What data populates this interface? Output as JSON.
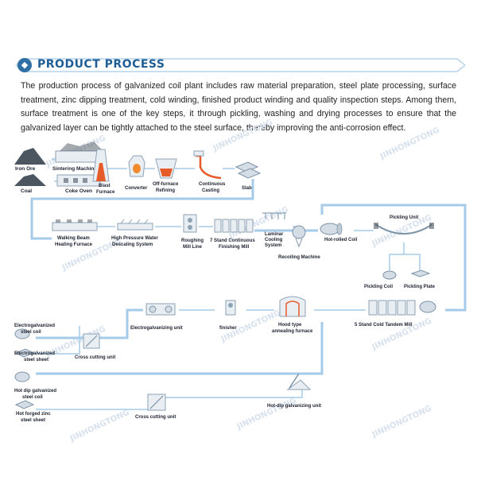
{
  "header": {
    "title": "PRODUCT PROCESS"
  },
  "intro": "The production process of galvanized coil plant includes raw material preparation, steel plate processing, surface treatment, zinc dipping treatment, cold winding, finished product winding and quality inspection steps. Among them, surface treatment is one of the key steps, it through pickling, washing and drying processes to ensure that the galvanized layer can be tightly attached to the steel surface, thereby improving the anti-corrosion effect.",
  "watermark": "JINHONGTONG",
  "steps": {
    "iron_ore": "Iron Ore",
    "sintering": "Sintering Machine",
    "coal": "Coal",
    "coke_oven": "Coke Oven",
    "blast_furnace": [
      "Blast",
      "Furnace"
    ],
    "converter": "Converter",
    "off_furnace": [
      "Off-furnace",
      "Refining"
    ],
    "continuous_casting": [
      "Continuous",
      "Casting"
    ],
    "slab": "Slab",
    "walking_beam": [
      "Walking Beam",
      "Heating Furnace"
    ],
    "descaling": [
      "High Pressure Water",
      "Descaling System"
    ],
    "roughing": [
      "Roughing",
      "Mill Line"
    ],
    "finishing": [
      "7 Stand Continuous",
      "Finishing Mill"
    ],
    "laminar": [
      "Laminar",
      "Cooling",
      "System"
    ],
    "recoiling": "Recoiling Machine",
    "hot_rolled": "Hot-rolled Coil",
    "pickling_unit": "Pickling Unit",
    "pickling_coil": "Pickling Coil",
    "pickling_plate": "Pickling Plate",
    "cold_tandem": "5 Stand Cold Tandem Mill",
    "hood_annealing": [
      "Hood type",
      "annealing furnace"
    ],
    "finisher": "finisher",
    "electrogalvanizing_unit": "Electrogalvanizing unit",
    "eg_coil": [
      "Electrogalvanized",
      "steel coil"
    ],
    "eg_sheet": [
      "Electrogalvanized",
      "steel sheet"
    ],
    "cross_cutting_1": "Cross cutting unit",
    "hdg_unit": "Hot-dip galvanizing unit",
    "hdg_coil": [
      "Hot dip galvanized",
      "steel coil"
    ],
    "hf_sheet": [
      "Hot forged zinc",
      "steel sheet"
    ],
    "cross_cutting_2": "Cross cutting unit"
  }
}
